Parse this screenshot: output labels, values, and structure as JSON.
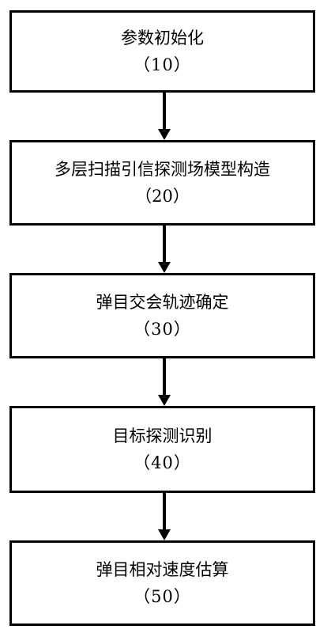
{
  "steps": [
    {
      "label": "参数初始化",
      "ref": "（10）"
    },
    {
      "label": "多层扫描引信探测场模型构造（20）",
      "ref": ""
    },
    {
      "label": "弹目交会轨迹确定",
      "ref": "（30）"
    },
    {
      "label": "目标探测识别",
      "ref": "（40）"
    },
    {
      "label": "弹目相对速度估算",
      "ref": "（50）"
    }
  ]
}
